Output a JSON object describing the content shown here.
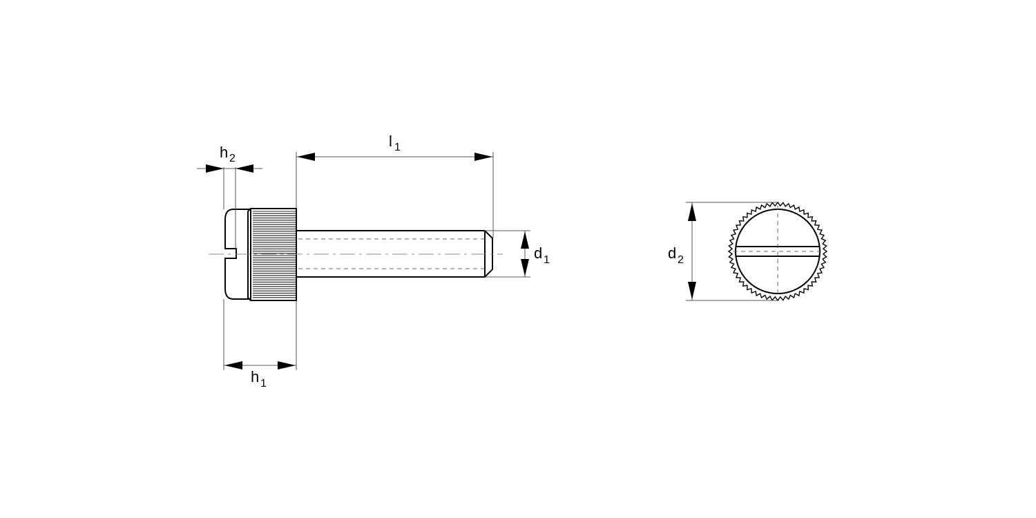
{
  "drawing": {
    "title": "Knurled slotted screw dimension drawing",
    "dimensions": {
      "l1": {
        "base": "l",
        "sub": "1"
      },
      "h1": {
        "base": "h",
        "sub": "1"
      },
      "h2": {
        "base": "h",
        "sub": "2"
      },
      "d1": {
        "base": "d",
        "sub": "1"
      },
      "d2": {
        "base": "d",
        "sub": "2"
      }
    },
    "views": [
      "side-view",
      "end-view"
    ],
    "colors": {
      "line": "#000000",
      "dimension": "#555555",
      "background": "#ffffff"
    }
  }
}
